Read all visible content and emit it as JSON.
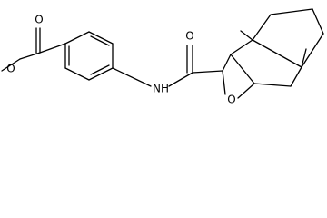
{
  "structure": {
    "atoms": [
      {
        "id": "O1",
        "label": "O"
      },
      {
        "id": "O2",
        "label": "O"
      },
      {
        "id": "O3",
        "label": "O"
      },
      {
        "id": "N1",
        "label": "NH"
      },
      {
        "id": "O4",
        "label": "O"
      }
    ]
  }
}
